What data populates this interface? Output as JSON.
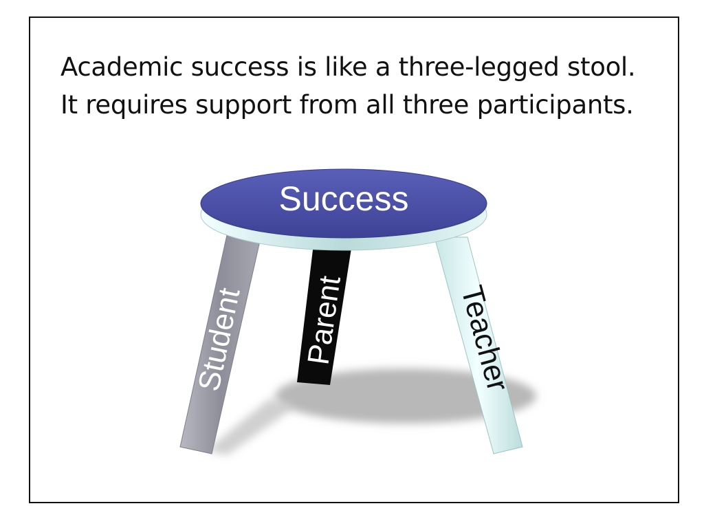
{
  "slide": {
    "line1": "Academic success is like a three-legged stool.",
    "line2": "It requires support from all three participants."
  },
  "stool": {
    "seat_label": "Success",
    "legs": {
      "left": "Student",
      "middle": "Parent",
      "right": "Teacher"
    }
  },
  "colors": {
    "seat_top": "#4b4fa6",
    "seat_rim": "#c9e4e4",
    "leg_left": "#9a9aa6",
    "leg_middle": "#0a0a0a",
    "leg_right": "#dcf0f0",
    "shadow": "#b5b5b5"
  }
}
